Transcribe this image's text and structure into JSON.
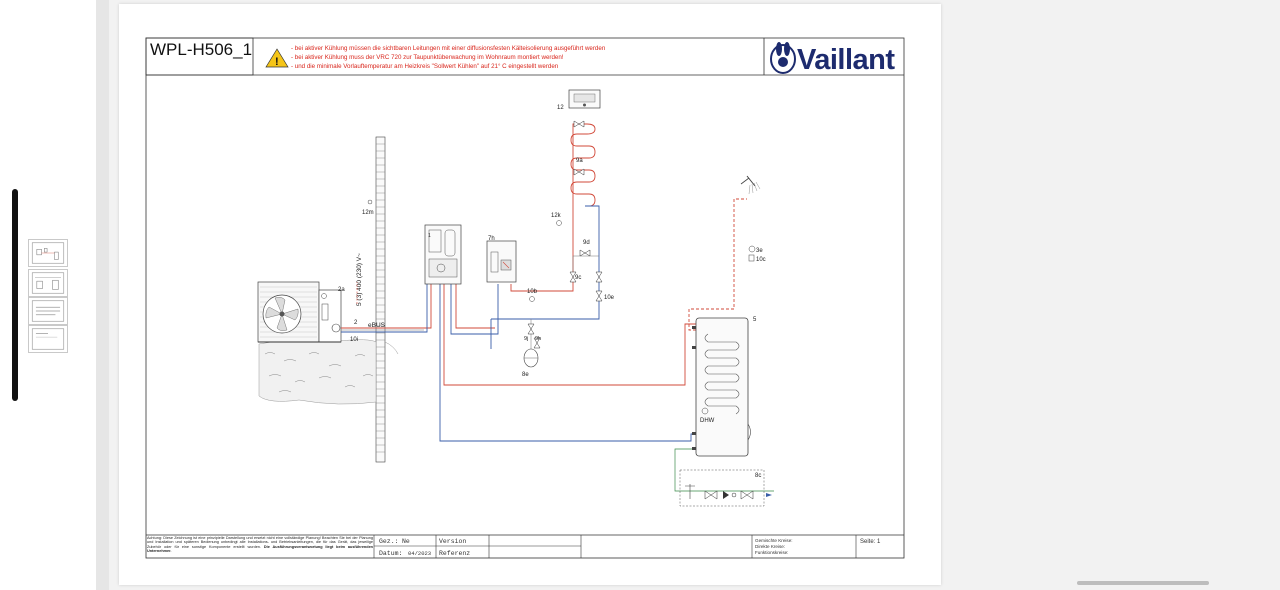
{
  "document": {
    "drawing_id": "WPL-H506_1",
    "brand": "Vaillant",
    "warnings": [
      "- bei aktiver Kühlung müssen die sichtbaren Leitungen mit einer diffusionsfesten Kälteisolierung ausgeführt werden",
      "- bei aktiver Kühlung muss der VRC 720 zur Taupunktüberwachung im Wohnraum montiert werden!",
      "- und die minimale Vorlauftemperatur am Heizkreis \"Sollwert Kühlen\" auf 21° C eingestellt werden"
    ],
    "colors": {
      "warning_text": "#d9261c",
      "flow_line": "#d24a3a",
      "return_line": "#3a5ea8",
      "warning_icon": "#f5c518"
    }
  },
  "diagram": {
    "labels": {
      "l12": "12",
      "l9a": "9a",
      "l12k": "12k",
      "l9d": "9d",
      "l9c": "9c",
      "l10e": "10e",
      "l10b": "10b",
      "l9j": "9j",
      "l9h": "9h",
      "l8e": "8e",
      "l7h": "7h",
      "l1": "1",
      "l2a": "2a",
      "l2": "2",
      "l10i": "10i",
      "l12m": "12m",
      "ebus": "eBUS",
      "power": "5 (3) 400 (230) V~",
      "l3e": "3e",
      "l10c": "10c",
      "l5": "5",
      "dhw": "DHW",
      "l8c": "8c"
    }
  },
  "footer": {
    "disclaimer_plain": "Achtung: Diese Zeichnung ist eine prinzipielle Darstellung und ersetzt nicht eine vollständige Planung! Beachten Sie bei der Planung und Installation und späteren Bedienung unbedingt alle Installations- und Betriebsanleitungen, die für das Gerät, das jeweilige Zubehör oder für eine sonstige Komponente erstellt wurden.",
    "disclaimer_bold": "Die Ausführungsverantwortung liegt beim ausführenden Unternehmer.",
    "gez_label": "Gez.:",
    "gez_value": "Ne",
    "datum_label": "Datum:",
    "datum_value": "04/2023",
    "version_label": "Version",
    "referenz_label": "Referenz",
    "kreise": [
      "Gemischte Kreise:",
      "Direkte Kreise:",
      "Funktionskreise:"
    ],
    "seite": "Seite: 1"
  }
}
